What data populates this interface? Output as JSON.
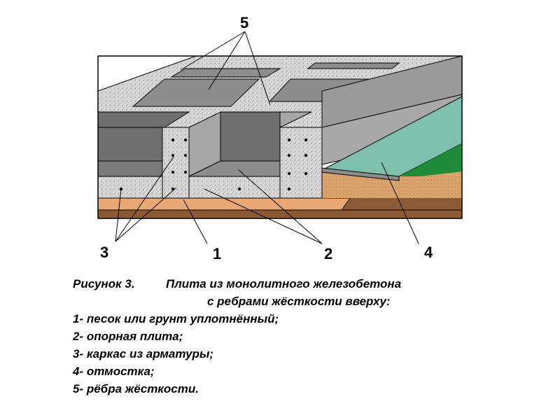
{
  "figure": {
    "callouts": {
      "c1": "1",
      "c2": "2",
      "c3": "3",
      "c4": "4",
      "c5": "5"
    },
    "colors": {
      "concrete": "#d4d4d4",
      "concrete_dark": "#8a8a8a",
      "cell_top": "#8d8d8d",
      "cell_wall": "#6f6f6f",
      "cell_wall_light": "#a6a6a6",
      "sand": "#e9a873",
      "soil": "#8b5a35",
      "soil_top": "#b46d3a",
      "blind_area": "#7fbfae",
      "grass": "#1f8a3a",
      "outline": "#000000"
    }
  },
  "caption": {
    "title_num": "Рисунок  3.",
    "title_text": "Плита из монолитного железобетона",
    "title_cont": "с ребрами жёсткости вверху:",
    "items": [
      "1- песок или грунт уплотнённый;",
      "2- опорная плита;",
      "3- каркас из арматуры;",
      "4- отмостка;",
      "5- рёбра жёсткости."
    ]
  }
}
